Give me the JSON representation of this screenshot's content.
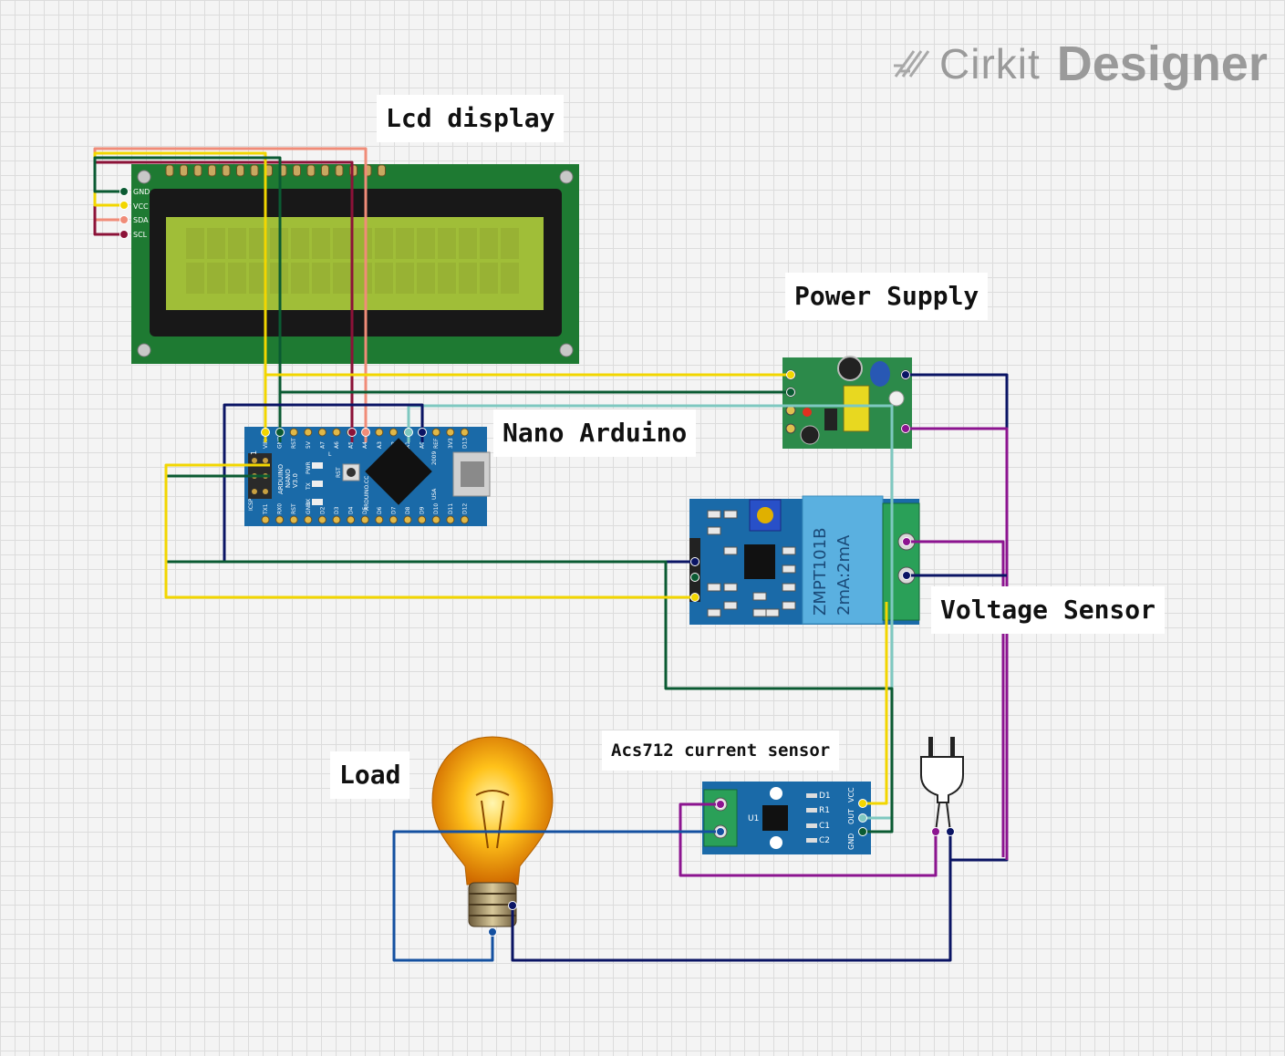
{
  "logo": {
    "brand": "Cirkit",
    "product": "Designer"
  },
  "labels": {
    "lcd": "Lcd display",
    "power": "Power Supply",
    "nano": "Nano Arduino",
    "voltage": "Voltage Sensor",
    "acs": "Acs712 current sensor",
    "load": "Load"
  },
  "lcd_pins": [
    "GND",
    "VCC",
    "SDA",
    "SCL"
  ],
  "nano_top_pins": [
    "VIN",
    "GND",
    "RST",
    "5V",
    "A7",
    "A6",
    "A5",
    "A4",
    "A3",
    "A2",
    "A1",
    "A0",
    "REF",
    "3V3",
    "D13"
  ],
  "nano_bottom_pins": [
    "TX1",
    "RX0",
    "RST",
    "GND",
    "D2",
    "D3",
    "D4",
    "D5",
    "D6",
    "D7",
    "D8",
    "D9",
    "D10",
    "D11",
    "D12"
  ],
  "nano_board_text": [
    "ARDUINO",
    "NANO",
    "V3.0",
    "ICSP",
    "RST",
    "ARDUINO.CC",
    "2009",
    "USA",
    "PWR",
    "TX",
    "RX",
    "L",
    "1"
  ],
  "acs_pins": [
    "VCC",
    "OUT",
    "GND"
  ],
  "acs_board_text": [
    "D1",
    "R1",
    "C1",
    "C2",
    "U1"
  ],
  "zmpt_text": [
    "ZMPT101B",
    "2mA:2mA"
  ],
  "colors": {
    "yellow": "#f2d600",
    "darkgreen": "#0a5a32",
    "crimson": "#8c1238",
    "salmon": "#f08c78",
    "navy": "#0a1464",
    "teal": "#7ec8c0",
    "purple": "#8c1490",
    "blue": "#1450a0",
    "board_blue": "#1a6aa8",
    "lcd_green": "#1e7a32",
    "lcd_screen": "#a0be38"
  }
}
